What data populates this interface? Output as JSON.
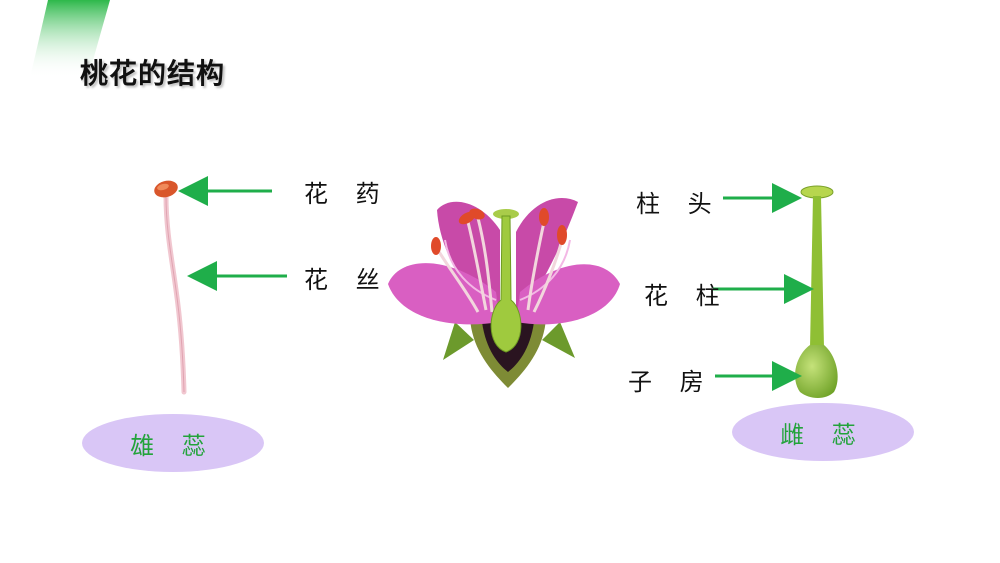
{
  "slide": {
    "title": "桃花的结构",
    "colors": {
      "accent_green": "#1fae4a",
      "oval_fill": "#d9c6f6",
      "oval_text": "#22a33a",
      "petal_pink": "#d94fbf"
    }
  },
  "stamen": {
    "label_anther": "花 药",
    "label_filament": "花 丝",
    "name": "雄 蕊"
  },
  "pistil": {
    "label_stigma": "柱 头",
    "label_style": "花 柱",
    "label_ovary": "子 房",
    "name": "雌 蕊"
  }
}
